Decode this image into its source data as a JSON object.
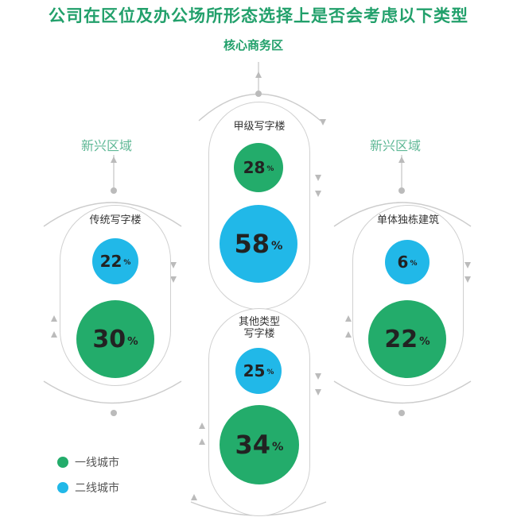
{
  "title": "公司在区位及办公场所形态选择上是否会考虑以下类型",
  "areas": {
    "center": "核心商务区",
    "left": "新兴区域",
    "right": "新兴区域"
  },
  "office_types": {
    "grade_a": {
      "label": "甲级写字楼",
      "tier1": "28",
      "tier2": "58"
    },
    "traditional": {
      "label": "传统写字楼",
      "tier1": "30",
      "tier2": "22"
    },
    "standalone": {
      "label": "单体独栋建筑",
      "tier1": "22",
      "tier2": "6"
    },
    "other": {
      "label_line1": "其他类型",
      "label_line2": "写字楼",
      "tier1": "34",
      "tier2": "25"
    }
  },
  "percent_sign": "%",
  "legend": {
    "tier1": "一线城市",
    "tier2": "二线城市"
  },
  "colors": {
    "tier1": "#23ac6b",
    "tier2": "#21b8e8",
    "title": "#22a06b",
    "outline": "#d0d0d0"
  }
}
